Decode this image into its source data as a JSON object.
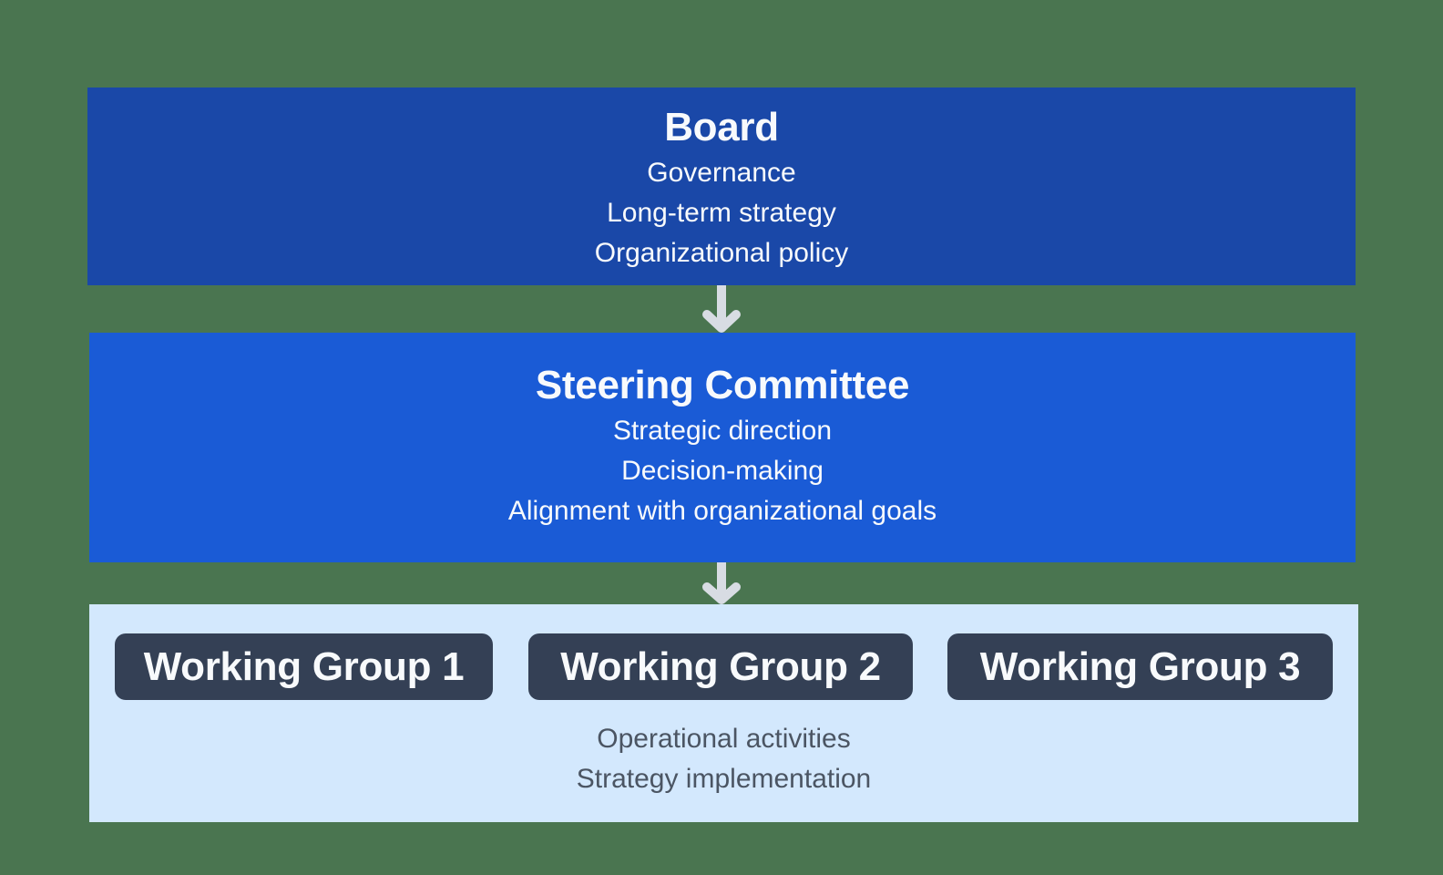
{
  "diagram": {
    "type": "hierarchy",
    "colors": {
      "background": "#4a7550",
      "board": "#1a48a8",
      "steering": "#1a5bd6",
      "operations_panel": "#d3e8fd",
      "working_group_card": "#344055",
      "arrow": "#d8dce3",
      "light_text": "#f8fafc",
      "dark_text": "#4b5563"
    },
    "board": {
      "title": "Board",
      "lines": [
        "Governance",
        "Long-term strategy",
        "Organizational policy"
      ]
    },
    "steering": {
      "title": "Steering Committee",
      "lines": [
        "Strategic direction",
        "Decision-making",
        "Alignment with organizational goals"
      ]
    },
    "working_groups": {
      "groups": [
        "Working Group 1",
        "Working Group 2",
        "Working Group 3"
      ],
      "lines": [
        "Operational activities",
        "Strategy implementation"
      ]
    },
    "connectors": [
      {
        "from": "Board",
        "to": "Steering Committee",
        "icon": "arrow-down-icon"
      },
      {
        "from": "Steering Committee",
        "to": "Working Groups",
        "icon": "arrow-down-icon"
      }
    ]
  }
}
